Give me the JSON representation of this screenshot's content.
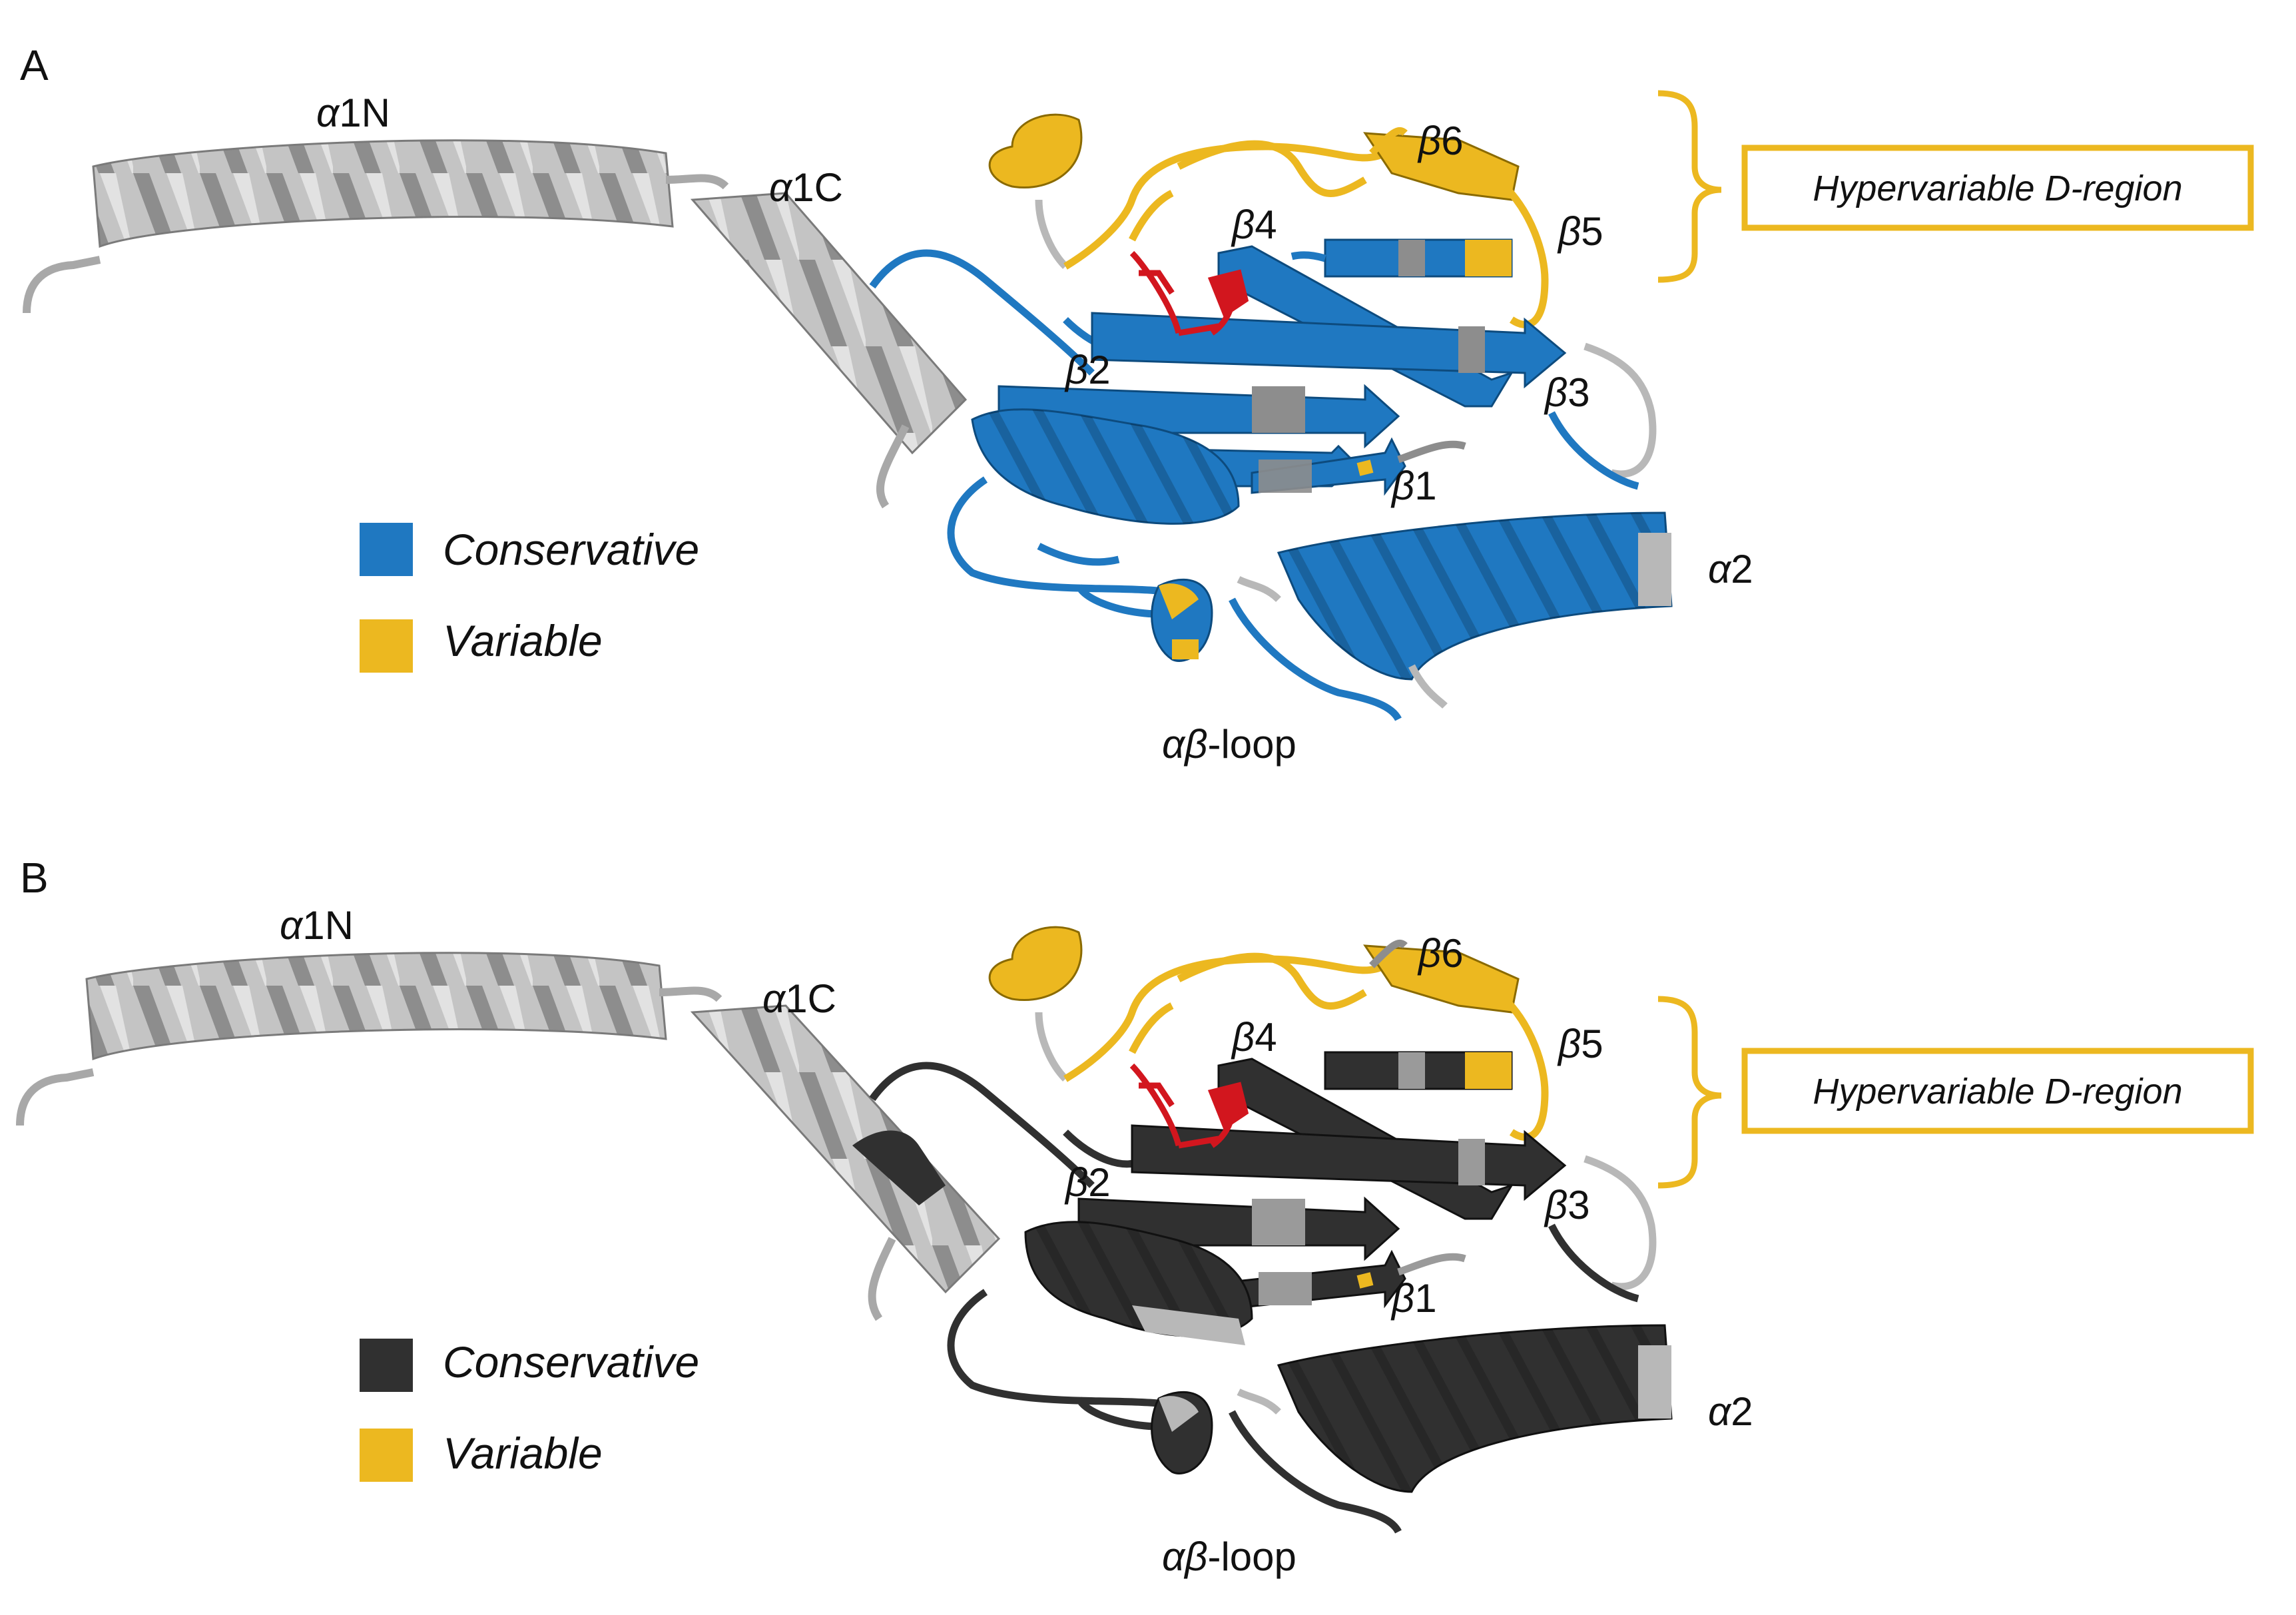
{
  "colors": {
    "conservative_a": "#1f78c1",
    "conservative_b": "#303030",
    "variable": "#ecb820",
    "neutral": "#b8b8b8",
    "active_site": "#d2161e",
    "background": "#ffffff"
  },
  "panels": [
    {
      "letter": "A",
      "labels": {
        "a1n_g": "α",
        "a1n_t": "1N",
        "a1c_g": "α",
        "a1c_t": "1C",
        "b6_g": "β",
        "b6_t": "6",
        "b5_g": "β",
        "b5_t": "5",
        "b4_g": "β",
        "b4_t": "4",
        "b2_g": "β",
        "b2_t": "2",
        "b3_g": "β",
        "b3_t": "3",
        "b1_g": "β",
        "b1_t": "1",
        "a2_g": "α",
        "a2_t": "2",
        "loop_g": "αβ",
        "loop_t": "-loop"
      },
      "legend": [
        {
          "label": "Conservative",
          "color": "#1f78c1"
        },
        {
          "label": "Variable",
          "color": "#ecb820"
        }
      ],
      "region_label": "Hypervariable D-region"
    },
    {
      "letter": "B",
      "labels": {
        "a1n_g": "α",
        "a1n_t": "1N",
        "a1c_g": "α",
        "a1c_t": "1C",
        "b6_g": "β",
        "b6_t": "6",
        "b5_g": "β",
        "b5_t": "5",
        "b4_g": "β",
        "b4_t": "4",
        "b2_g": "β",
        "b2_t": "2",
        "b3_g": "β",
        "b3_t": "3",
        "b1_g": "β",
        "b1_t": "1",
        "a2_g": "α",
        "a2_t": "2",
        "loop_g": "αβ",
        "loop_t": "-loop"
      },
      "legend": [
        {
          "label": "Conservative",
          "color": "#303030"
        },
        {
          "label": "Variable",
          "color": "#ecb820"
        }
      ],
      "region_label": "Hypervariable D-region"
    }
  ]
}
